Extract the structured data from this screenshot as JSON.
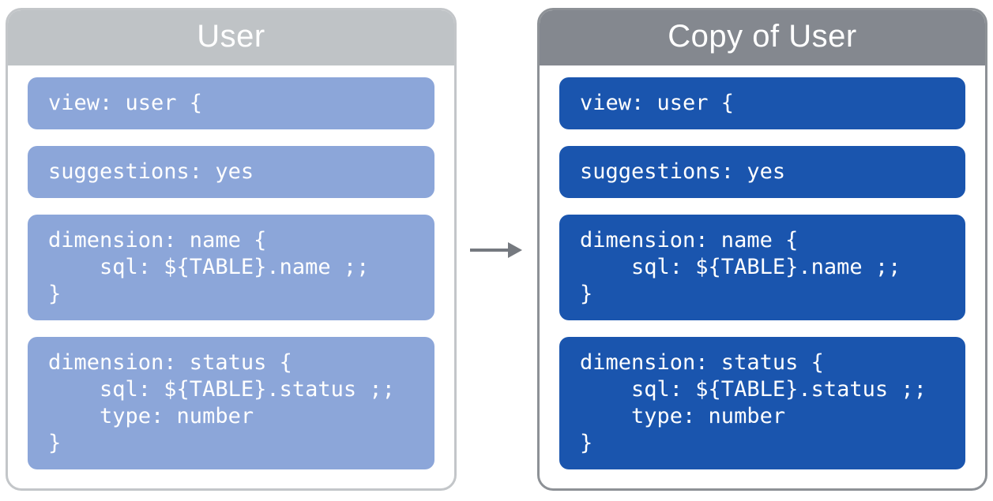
{
  "panels": {
    "left": {
      "title": "User",
      "header_color": "#bfc3c6",
      "border_color": "#c3c6c9",
      "block_color": "#8ca6d9",
      "text_color": "#ffffff",
      "blocks": [
        "view: user {",
        "suggestions: yes",
        "dimension: name {\n    sql: ${TABLE}.name ;;\n}",
        "dimension: status {\n    sql: ${TABLE}.status ;;\n    type: number\n}"
      ]
    },
    "right": {
      "title": "Copy of User",
      "header_color": "#84888f",
      "border_color": "#8d9196",
      "block_color": "#1a55ae",
      "text_color": "#ffffff",
      "blocks": [
        "view: user {",
        "suggestions: yes",
        "dimension: name {\n    sql: ${TABLE}.name ;;\n}",
        "dimension: status {\n    sql: ${TABLE}.status ;;\n    type: number\n}"
      ]
    }
  },
  "arrow": {
    "direction": "right",
    "color": "#75797f"
  }
}
